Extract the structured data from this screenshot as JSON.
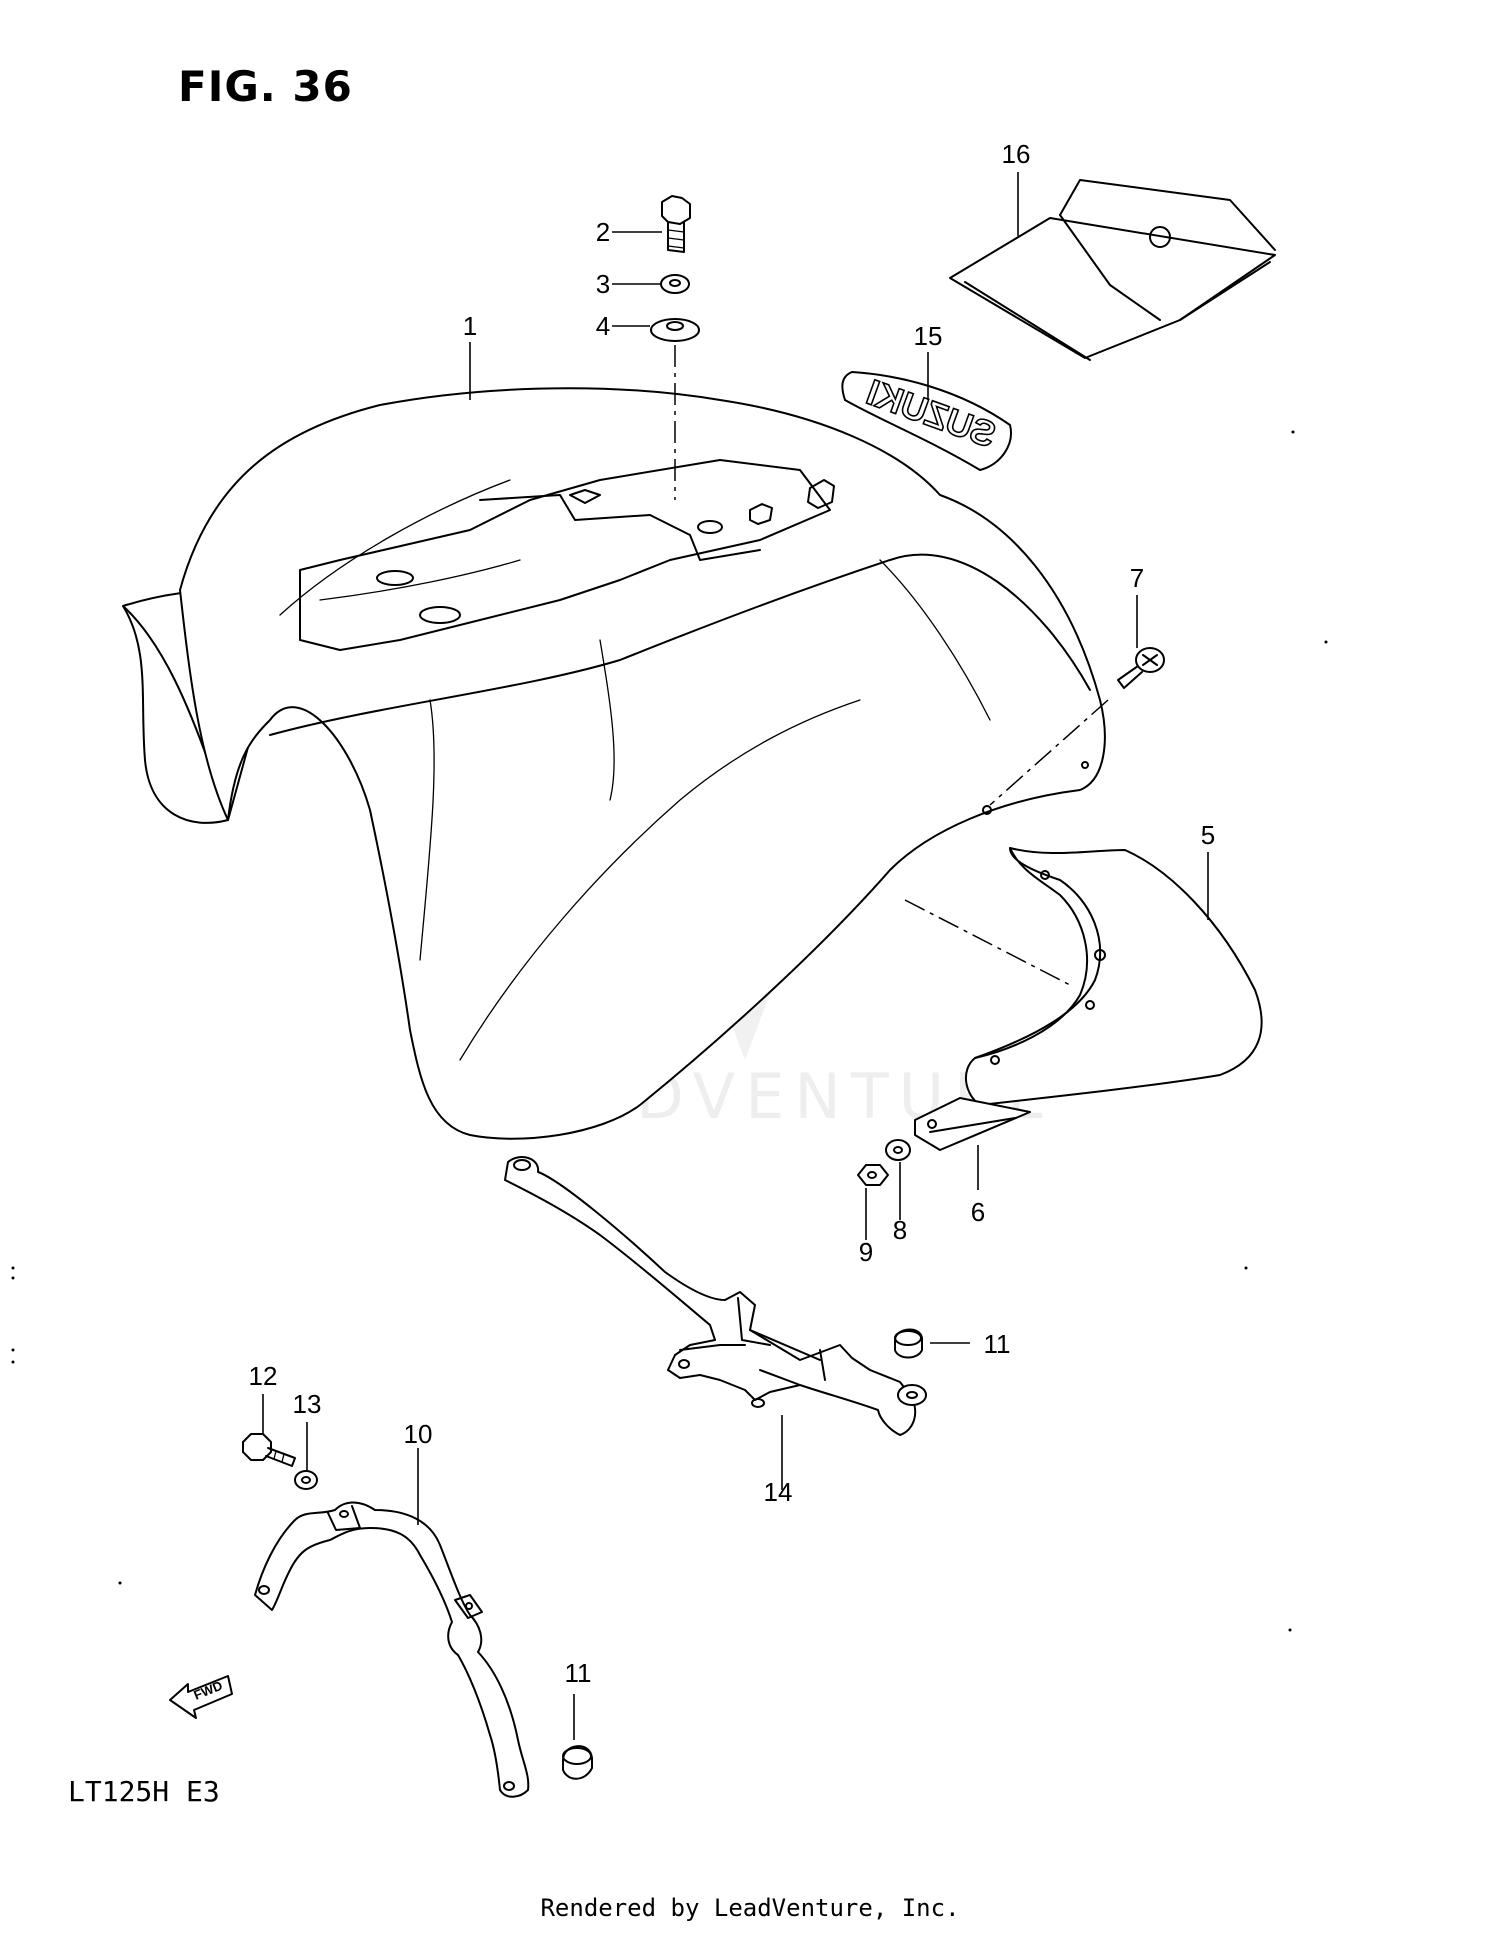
{
  "figure": {
    "title": "FIG. 36",
    "model_code": "LT125H E3",
    "footer": "Rendered by LeadVenture, Inc.",
    "watermark": "LEADVENTURE",
    "fwd_label": "FWD",
    "emblem_text": "SUZUKI"
  },
  "callouts": [
    {
      "id": "1",
      "label": "1"
    },
    {
      "id": "2",
      "label": "2"
    },
    {
      "id": "3",
      "label": "3"
    },
    {
      "id": "4",
      "label": "4"
    },
    {
      "id": "5",
      "label": "5"
    },
    {
      "id": "6",
      "label": "6"
    },
    {
      "id": "7",
      "label": "7"
    },
    {
      "id": "8",
      "label": "8"
    },
    {
      "id": "9",
      "label": "9"
    },
    {
      "id": "10",
      "label": "10"
    },
    {
      "id": "11a",
      "label": "11"
    },
    {
      "id": "11b",
      "label": "11"
    },
    {
      "id": "12",
      "label": "12"
    },
    {
      "id": "13",
      "label": "13"
    },
    {
      "id": "14",
      "label": "14"
    },
    {
      "id": "15",
      "label": "15"
    },
    {
      "id": "16",
      "label": "16"
    }
  ]
}
